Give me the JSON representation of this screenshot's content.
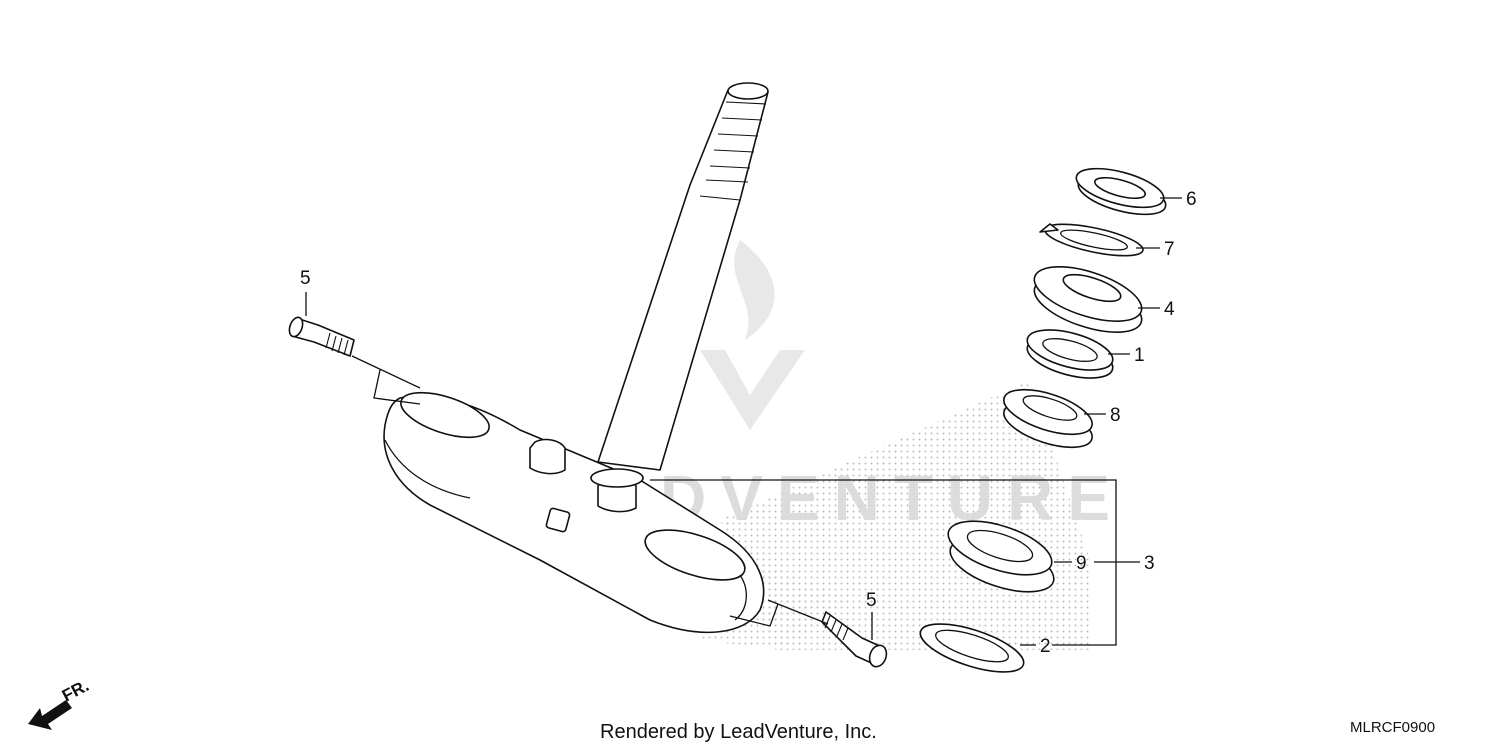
{
  "diagram": {
    "callouts": {
      "c1": "1",
      "c2": "2",
      "c3": "3",
      "c4": "4",
      "c5_left": "5",
      "c5_right": "5",
      "c6": "6",
      "c7": "7",
      "c8": "8",
      "c9": "9"
    },
    "footer_credit": "Rendered by LeadVenture, Inc.",
    "diagram_code": "MLRCF0900",
    "direction_label": "FR.",
    "watermark_text": "LEADVENTURE"
  },
  "colors": {
    "line": "#111111",
    "stipple": "#bdbdbd",
    "watermark": "#d9d9d9",
    "background": "#ffffff"
  }
}
